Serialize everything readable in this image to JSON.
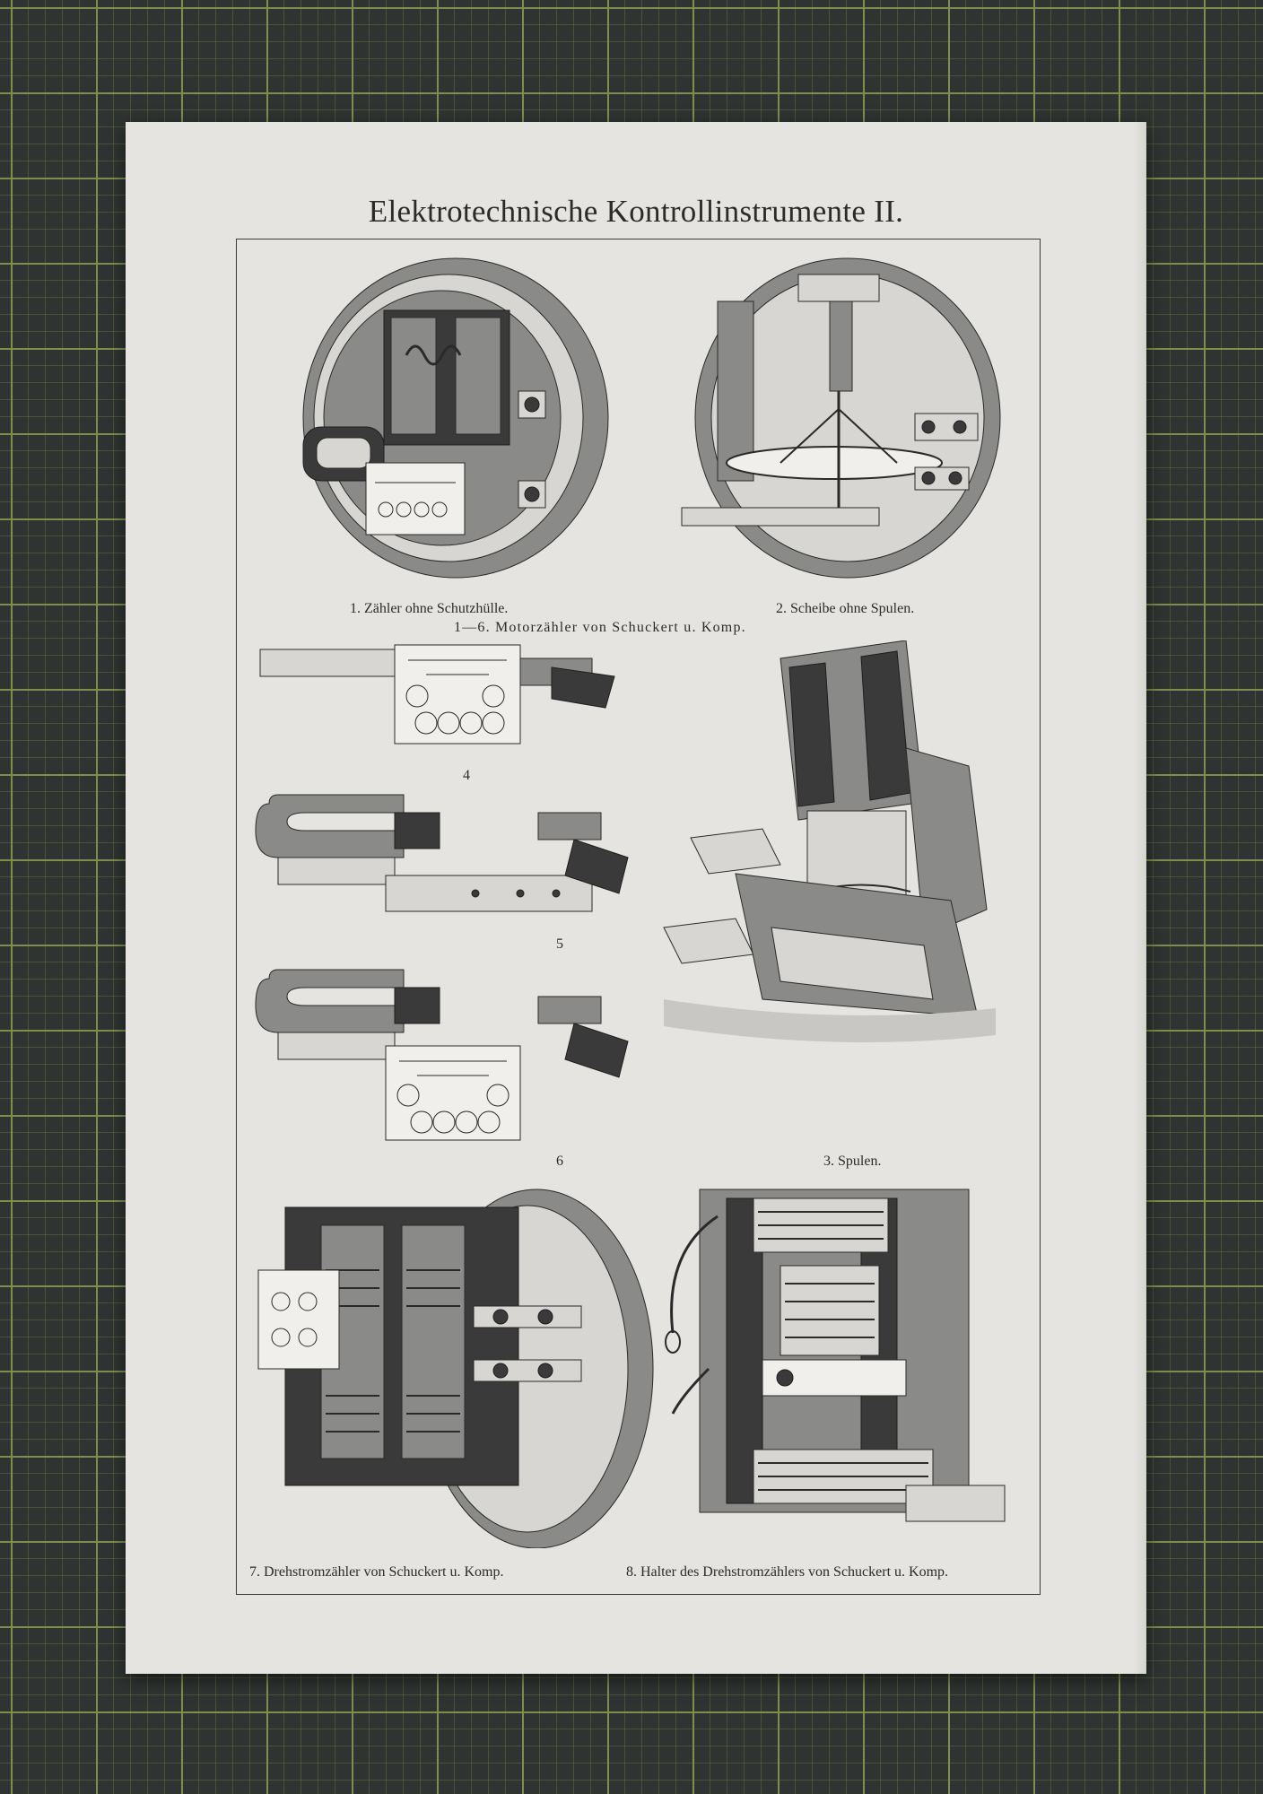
{
  "page": {
    "title": "Elektrotechnische Kontrollinstrumente II."
  },
  "captions": {
    "fig1": "1. Zähler ohne Schutzhülle.",
    "fig2": "2. Scheibe ohne Spulen.",
    "series": "1—6. Motorzähler von Schuckert u. Komp.",
    "fig3": "3. Spulen.",
    "fig4": "4",
    "fig5": "5",
    "fig6": "6",
    "fig7": "7. Drehstromzähler von Schuckert u. Komp.",
    "fig8": "8. Halter des Drehstromzählers von Schuckert u. Komp."
  },
  "colors": {
    "paper": "#e6e4e1",
    "ink": "#2b2b2b",
    "mat": "#2f3432",
    "grid": "#7f8f4a"
  }
}
